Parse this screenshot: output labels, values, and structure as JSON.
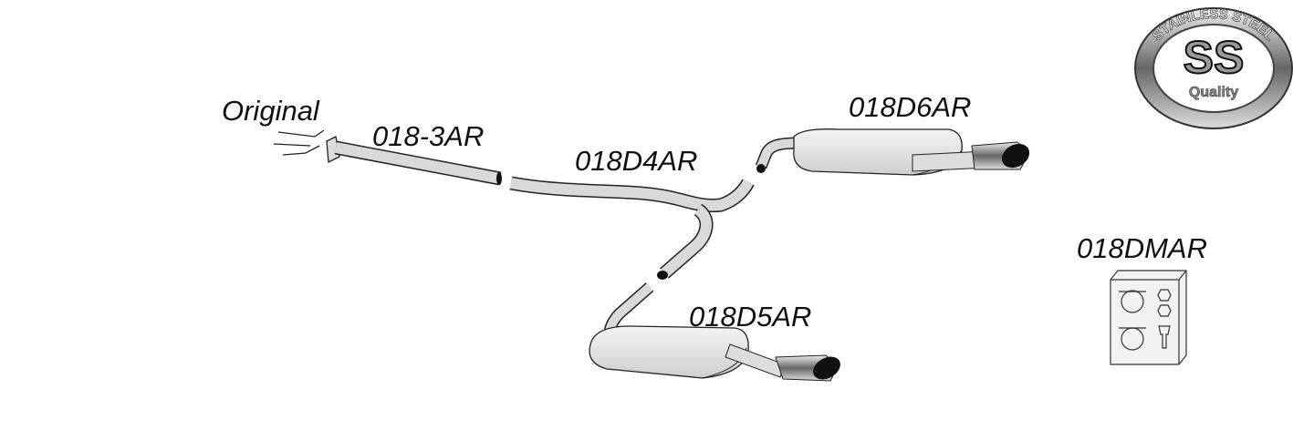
{
  "labels": {
    "original": "Original",
    "front_pipe": "018-3AR",
    "y_pipe": "018D4AR",
    "right_muffler": "018D6AR",
    "left_muffler": "018D5AR",
    "mounting_kit": "018DMAR"
  },
  "badge": {
    "ring_text": "STAINLESS STEEL",
    "center_text": "SS",
    "sub_text": "Quality"
  },
  "colors": {
    "pipe_fill": "#d9d9d9",
    "outline": "#222222",
    "tip": "#111111"
  }
}
